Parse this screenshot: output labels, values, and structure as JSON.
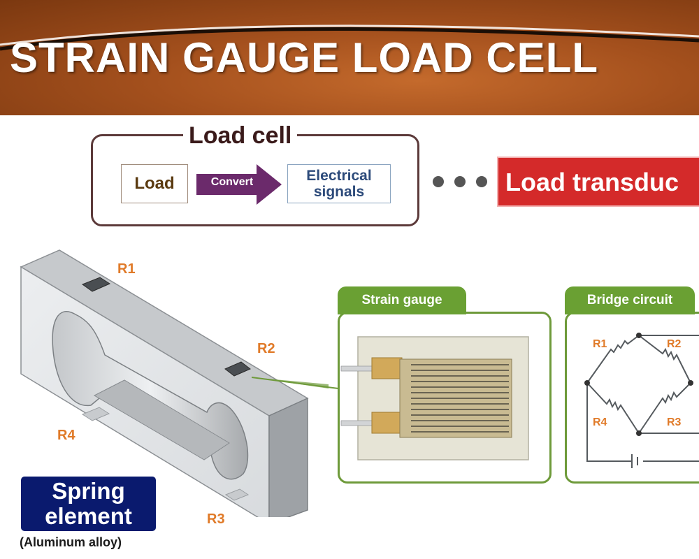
{
  "title": "STRAIN GAUGE LOAD CELL",
  "load_cell": {
    "title": "Load cell",
    "input": "Load",
    "action": "Convert",
    "output_line1": "Electrical",
    "output_line2": "signals",
    "equivalent": "Load transduc"
  },
  "spring": {
    "labels": {
      "r1": "R1",
      "r2": "R2",
      "r3": "R3",
      "r4": "R4"
    },
    "name_line1": "Spring",
    "name_line2": "element",
    "material": "(Aluminum alloy)"
  },
  "strain_gauge": {
    "title": "Strain gauge"
  },
  "bridge": {
    "title": "Bridge circuit",
    "labels": {
      "r1": "R1",
      "r2": "R2",
      "r3": "R3",
      "r4": "R4"
    }
  },
  "colors": {
    "banner": "#a4501d",
    "label_orange": "#e07a28",
    "panel_green": "#6aa033",
    "arrow_purple": "#6b2a6b",
    "transducer_red": "#d42a2a",
    "spring_tag_navy": "#0a1a6e"
  }
}
